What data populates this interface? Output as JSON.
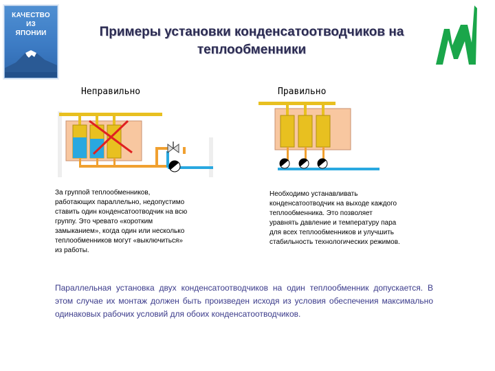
{
  "logo_left": {
    "line1": "КАЧЕСТВО",
    "line2": "ИЗ",
    "line3": "ЯПОНИИ"
  },
  "title": {
    "line1": "Примеры установки конденсатоотводчиков на",
    "line2": "теплообменники"
  },
  "left": {
    "heading": "Неправильно",
    "lines": [
      "За группой теплообменников,",
      "работающих параллельно, недопустимо",
      "ставить один конденсатоотводчик на всю",
      "группу. Это чревато «коротким",
      "замыканием», когда один или несколько",
      "теплообменников могут «выключиться»",
      "из работы."
    ]
  },
  "right": {
    "heading": "Правильно",
    "lines": [
      "Необходимо устанавливать",
      "конденсатоотводчик на выходе каждого",
      "теплообменника. Это позволяет",
      "уравнять давление и температуру пара",
      "для всех теплообменников и улучшить",
      "стабильность технологических режимов."
    ]
  },
  "bottom_text": "Параллельная установка двух конденсатоотводчиков на один теплообменник допускается. В этом случае их монтаж должен быть произведен исходя из условия обеспечения максимально одинаковых рабочих условий для обоих конденсатоотводчиков.",
  "colors": {
    "pipe": "#f0a030",
    "panel": "#f8c7a0",
    "steam": "#e8c020",
    "blue": "#29a8e0",
    "cross": "#e02020",
    "logo_green": "#1aa64a",
    "bottom_text": "#3a3a8a"
  }
}
